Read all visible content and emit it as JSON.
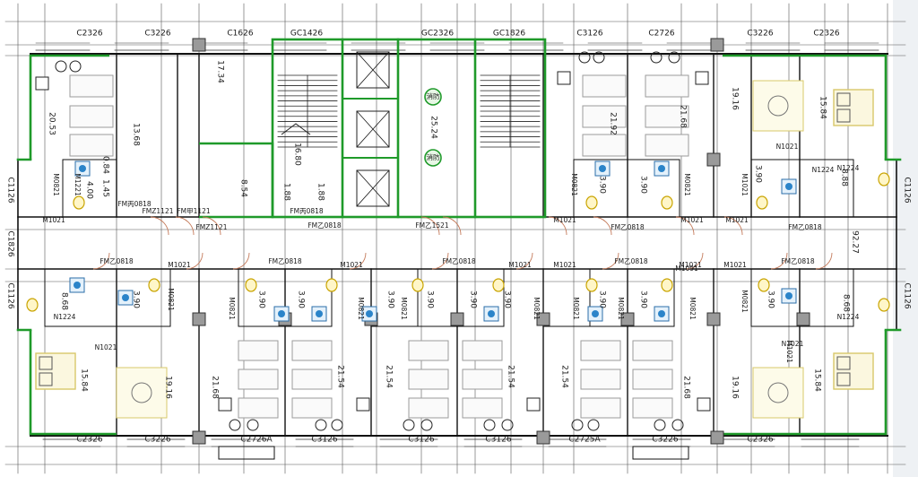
{
  "window_codes": {
    "top": [
      "C2326",
      "C3226",
      "C1626",
      "GC1426",
      "GC2326",
      "GC1826",
      "C3126",
      "C2726",
      "C3226",
      "C2326"
    ],
    "bottom": [
      "C2326",
      "C3226",
      "C2726A",
      "C3126",
      "C3126",
      "C3126",
      "C2725A",
      "C3226",
      "C2326"
    ],
    "left": [
      "C1126",
      "C1826",
      "C1126"
    ],
    "right": [
      "C1126",
      "C1126"
    ]
  },
  "door_codes": {
    "corridor_top": [
      "M1021",
      "FMZ1121",
      "FM甲1121",
      "FMZ1121",
      "FM乙0818",
      "FM乙1521",
      "M1021",
      "FM乙0818",
      "M1021",
      "M1021",
      "FM乙0818"
    ],
    "corridor_bottom": [
      "FM乙0818",
      "M1021",
      "FM乙0818",
      "M1021",
      "FM乙0818",
      "M1021",
      "M1021",
      "FM乙0818",
      "M1091",
      "M1021",
      "M1021",
      "FM乙0818"
    ],
    "interior": [
      "M0821",
      "M1221",
      "M0821",
      "M0821",
      "M1021",
      "M0821",
      "M0821",
      "M0821",
      "M0821",
      "M0821",
      "M0821",
      "M0821",
      "M0821",
      "M0821",
      "M1021"
    ],
    "fire_hydrant": [
      "FM丙0818",
      "FM丙0818"
    ]
  },
  "room_areas": {
    "upper": [
      "20.53",
      "13.68",
      "17.34",
      "8.54",
      "1.88",
      "1.88",
      "16.80",
      "25.24",
      "21.92",
      "21.68",
      "19.16",
      "15.84",
      "3.90",
      "3.90",
      "3.90",
      "8.88",
      "4.00",
      "0.84",
      "1.45"
    ],
    "corridor": [
      "92.27"
    ],
    "lower": [
      "8.68",
      "3.90",
      "15.84",
      "19.16",
      "3.90",
      "3.90",
      "21.68",
      "21.54",
      "3.90",
      "3.90",
      "21.54",
      "21.54",
      "3.90",
      "3.90",
      "21.54",
      "21.68",
      "3.90",
      "3.90",
      "15.84",
      "19.16",
      "3.90",
      "8.68"
    ]
  },
  "unit_codes": [
    "N1224",
    "N1224",
    "N1224",
    "N1224",
    "N1021",
    "N1021",
    "N1021"
  ],
  "equipment_labels": [
    "消防",
    "消防"
  ]
}
